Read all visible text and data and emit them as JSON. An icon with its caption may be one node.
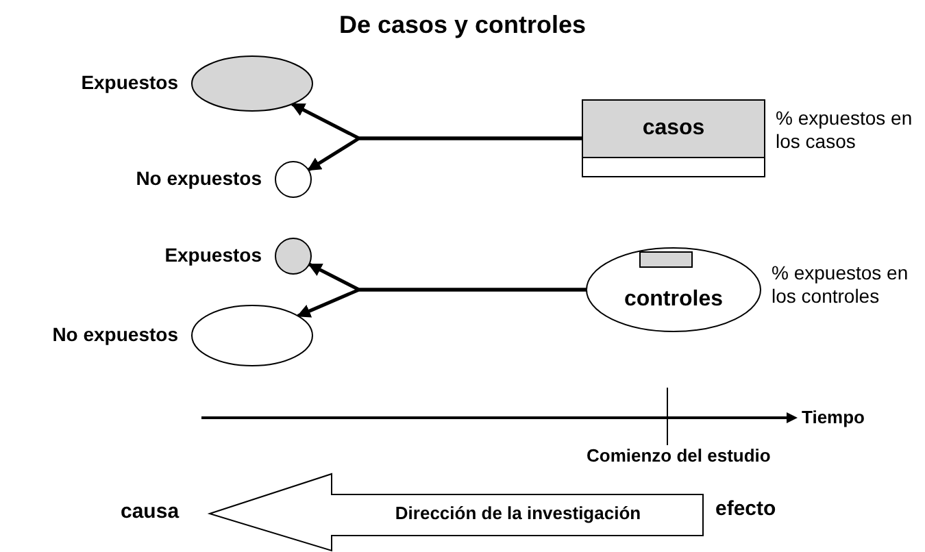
{
  "diagram": {
    "title": "De casos y controles",
    "nodes": [
      {
        "text": [
          "Expuestos"
        ]
      },
      {
        "text": [
          "casos"
        ],
        "beside": [
          "% expuestos en los casos"
        ]
      },
      {
        "text": [
          "No expuestos"
        ]
      },
      {
        "text": [
          "Expuestos"
        ]
      },
      {
        "text": [
          "controles"
        ],
        "beside": [
          "% expuestos en los controles"
        ]
      },
      {
        "text": [
          "No expuestos"
        ]
      },
      {
        "text": [
          "Dirección de la investigación"
        ]
      }
    ],
    "edges": [
      {
        "from": 1,
        "to": 0,
        "arrow": "to"
      },
      {
        "from": 1,
        "to": 2,
        "arrow": "to"
      },
      {
        "from": 4,
        "to": 3,
        "arrow": "to"
      },
      {
        "from": 4,
        "to": 5,
        "arrow": "to"
      }
    ],
    "labels": [
      "Tiempo",
      "Comienzo del estudio",
      "causa",
      "efecto"
    ]
  }
}
